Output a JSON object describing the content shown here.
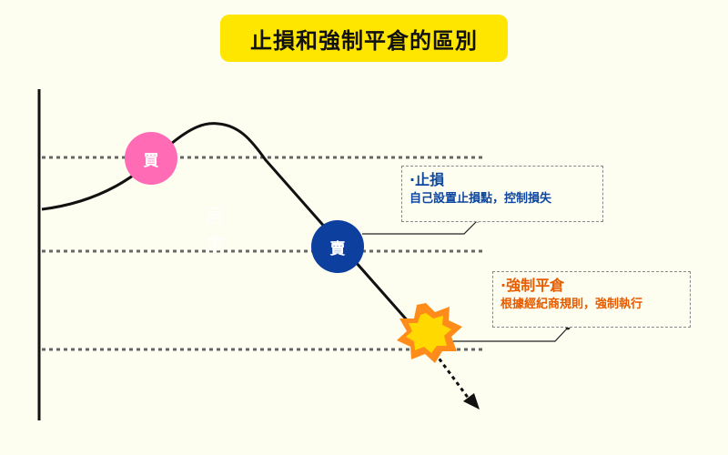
{
  "title": "止損和強制平倉的區別",
  "markers": {
    "buy": "買",
    "sell": "賣"
  },
  "ghost_label": [
    "居",
    "金"
  ],
  "annotations": {
    "stop_loss": {
      "heading": "·止損",
      "description": "自己設置止損點，控制損失"
    },
    "forced_liquidation": {
      "heading": "·強制平倉",
      "description": "根據經紀商規則，強制執行"
    }
  },
  "colors": {
    "background": "#fdfdf0",
    "title_bg": "#ffe600",
    "buy": "#ff6bb5",
    "sell": "#0d3f9e",
    "stop_loss_text": "#0d47a1",
    "forced_text": "#e65c00",
    "burst_outer": "#ff8c1a",
    "burst_inner": "#ffd900"
  }
}
